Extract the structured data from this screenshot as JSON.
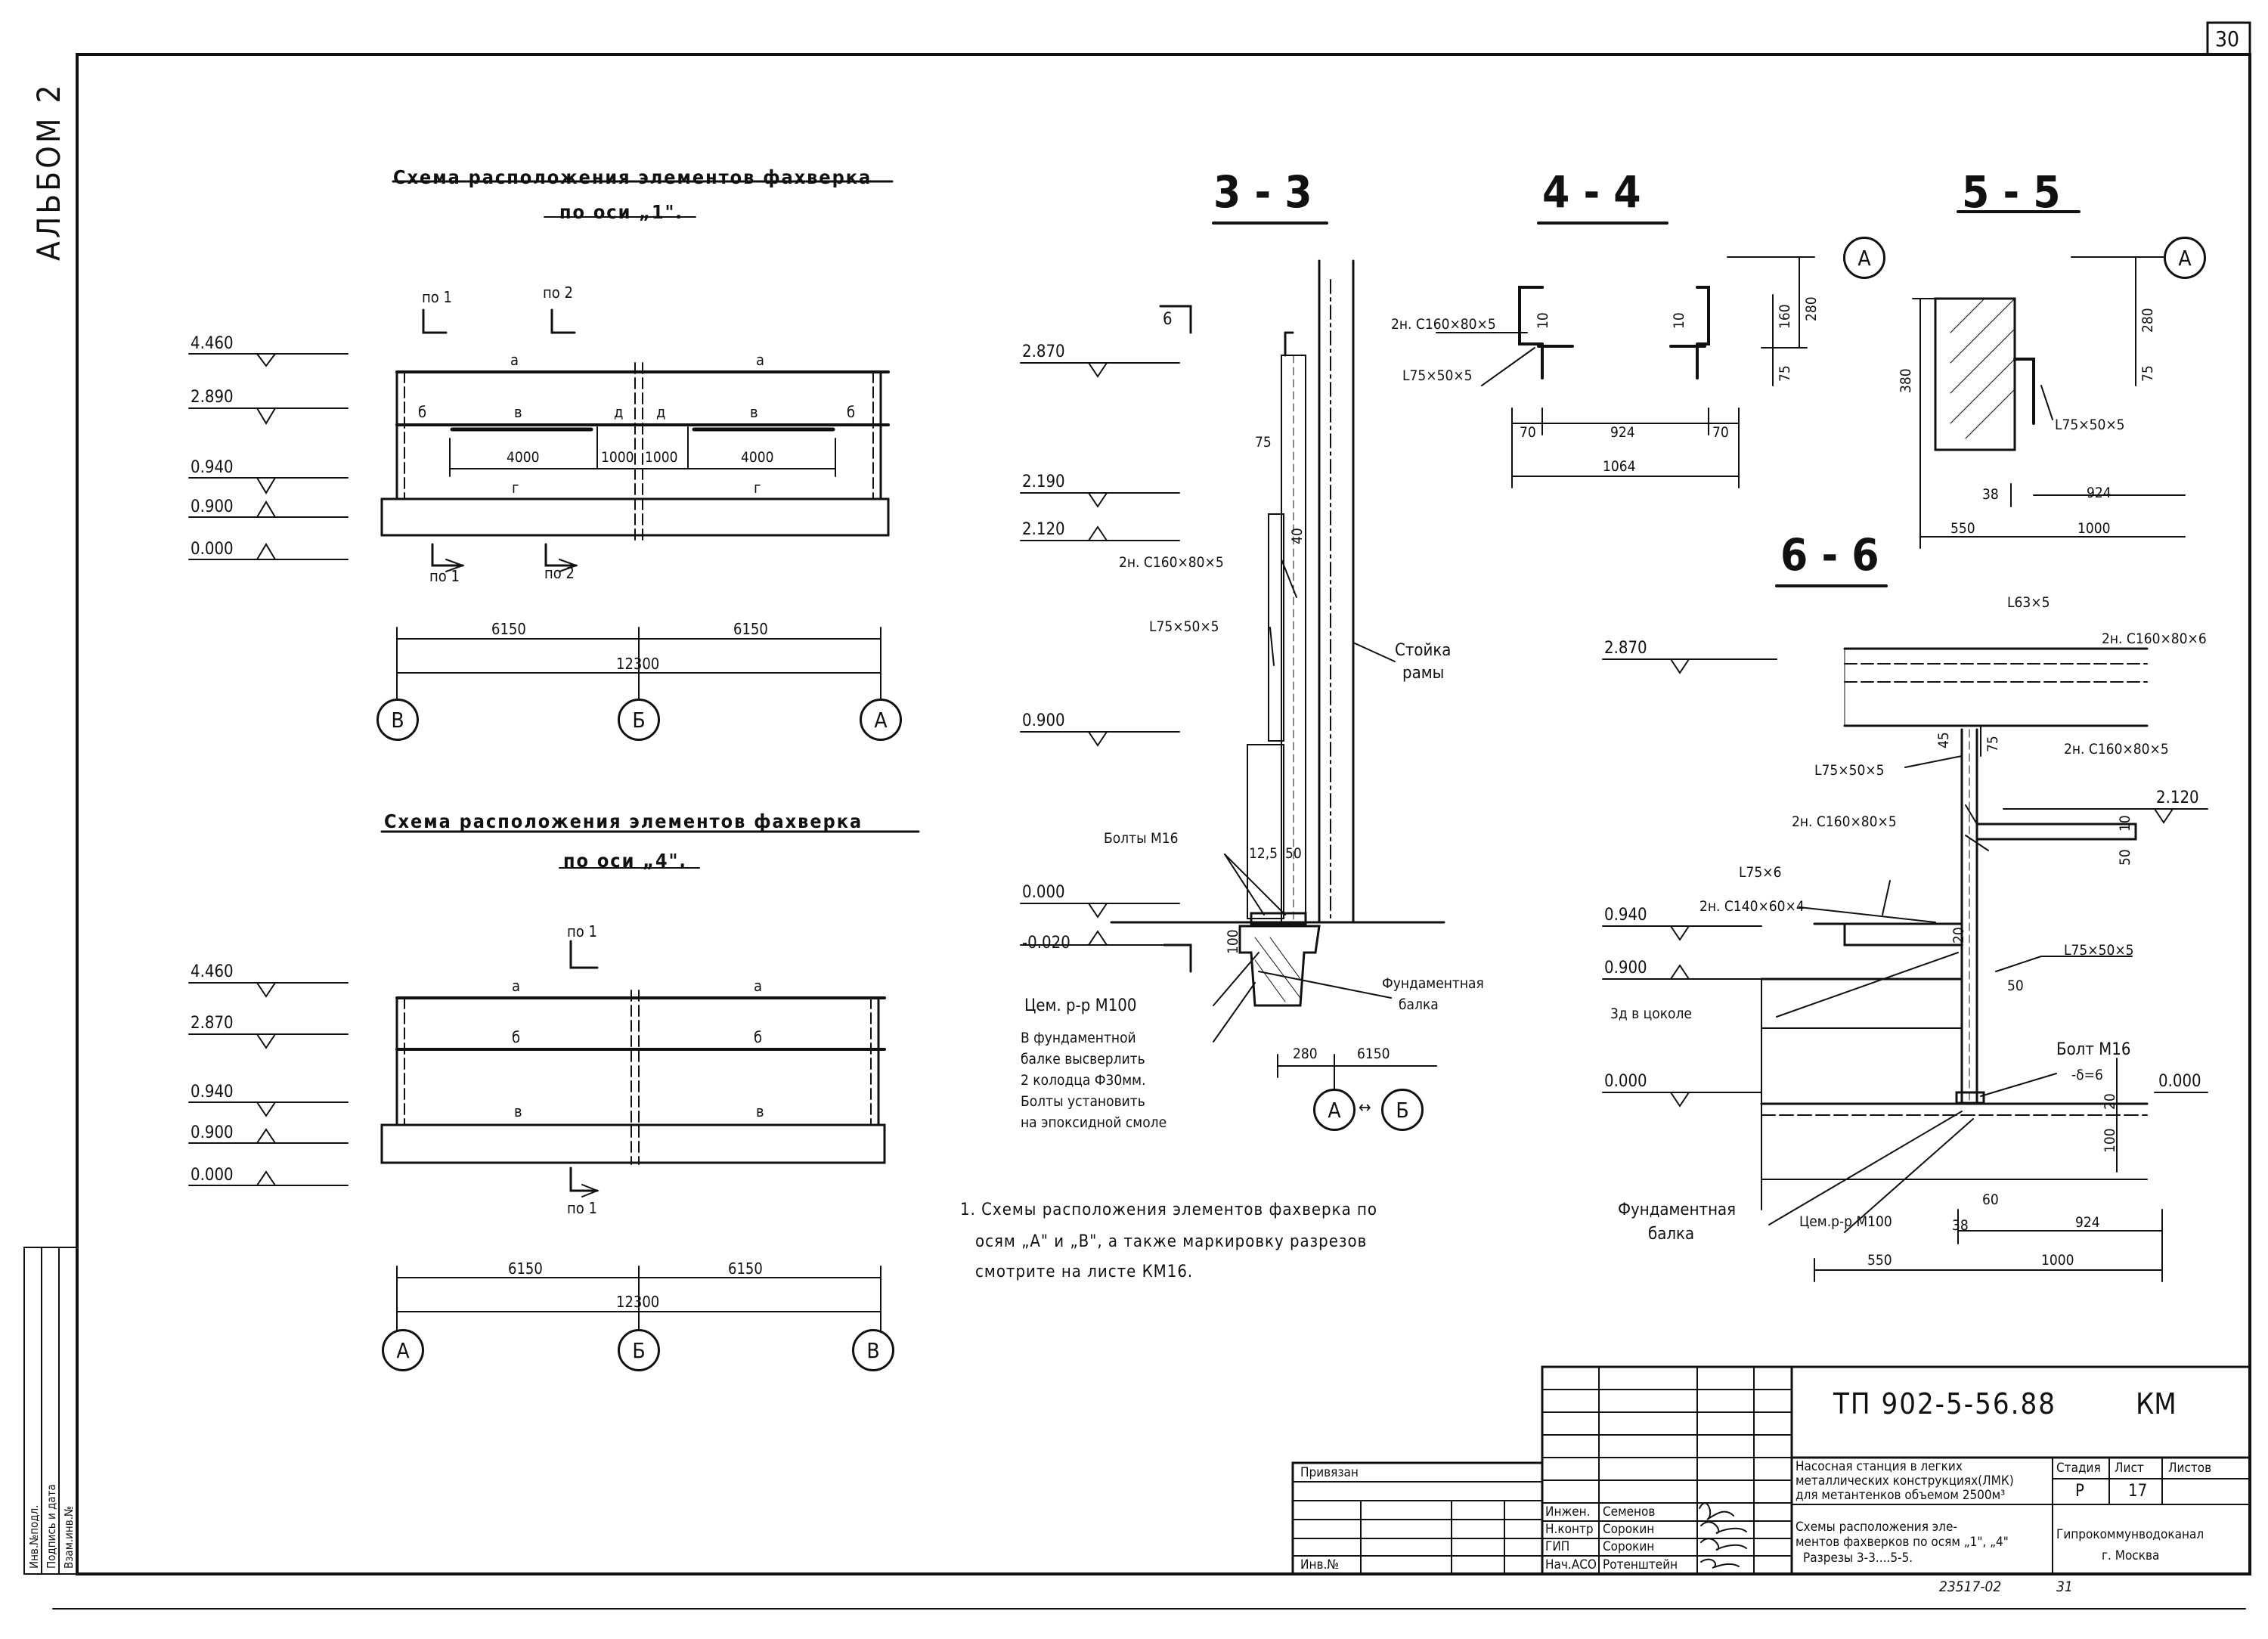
{
  "sheet_number": "30",
  "album_label": "АЛЬБОМ 2",
  "side_stamp": {
    "col1": "Инв.№подл.",
    "col2": "Подпись и дата",
    "col3": "Взам.инв.№"
  },
  "scheme1": {
    "title": "Схема расположения элементов фахверка",
    "subtitle": "по оси „1\".",
    "levels": [
      "4.460",
      "2.890",
      "0.940",
      "0.900",
      "0.000"
    ],
    "letters": [
      "а",
      "а",
      "б",
      "в",
      "д",
      "д",
      "в",
      "б",
      "г",
      "г"
    ],
    "dims_inner": [
      "4000",
      "1000",
      "1000",
      "4000"
    ],
    "dims_spans": [
      "6150",
      "6150"
    ],
    "dim_total": "12300",
    "section_marks": [
      "по 1",
      "по 2",
      "по 1",
      "по 2"
    ],
    "axes": [
      "В",
      "Б",
      "А"
    ]
  },
  "scheme2": {
    "title": "Схема расположения элементов фахверка",
    "subtitle": "по оси „4\".",
    "levels": [
      "4.460",
      "2.870",
      "0.940",
      "0.900",
      "0.000"
    ],
    "letters": [
      "а",
      "а",
      "б",
      "б",
      "в",
      "в"
    ],
    "dims_spans": [
      "6150",
      "6150"
    ],
    "dim_total": "12300",
    "section_marks": [
      "по 1",
      "по 1"
    ],
    "axes": [
      "А",
      "Б",
      "В"
    ]
  },
  "section33": {
    "title": "3 - 3",
    "levels": [
      "2.870",
      "2.190",
      "2.120",
      "0.900",
      "0.000",
      "-0.020"
    ],
    "labels": [
      "2н. С160×80×5",
      "L75×50×5",
      "Стойка",
      "рамы",
      "Болты М16",
      "Фундаментная",
      "балка",
      "Цем. р-р М100"
    ],
    "note_lines": [
      "В фундаментной",
      "балке высверлить",
      "2 колодца Ф30мм.",
      "Болты установить",
      "на эпоксидной смоле"
    ],
    "dims": [
      "75",
      "40",
      "12,5",
      "50",
      "100",
      "280",
      "6150"
    ],
    "section_mark": "6",
    "axes": [
      "А",
      "Б"
    ]
  },
  "section44": {
    "title": "4 - 4",
    "labels": [
      "2н. С160×80×5",
      "L75×50×5"
    ],
    "dims": [
      "10",
      "10",
      "160",
      "280",
      "75",
      "70",
      "924",
      "70",
      "1064"
    ],
    "axis": "А"
  },
  "section55": {
    "title": "5 - 5",
    "labels": [
      "L75×50×5"
    ],
    "dims": [
      "280",
      "75",
      "380",
      "38",
      "924",
      "550",
      "1000"
    ],
    "axis": "А"
  },
  "section66": {
    "title": "6 - 6",
    "levels": [
      "2.870",
      "2.120",
      "0.940",
      "0.900",
      "0.000",
      "0.000"
    ],
    "labels": [
      "L63×5",
      "2н. С160×80×6",
      "L75×50×5",
      "2н. С160×80×5",
      "2н. С160×80×5",
      "L75×6",
      "2н. С140×60×4",
      "L75×50×5",
      "3д в цоколе",
      "Болт М16",
      "-δ=6",
      "Фундаментная",
      "балка",
      "Цем.р-р М100"
    ],
    "dims": [
      "45",
      "75",
      "10",
      "50",
      "20",
      "50",
      "20",
      "100",
      "60",
      "38",
      "924",
      "550",
      "1000"
    ]
  },
  "note": {
    "line1": "1. Схемы расположения элементов фахверка по",
    "line2": "осям „А\" и „В\", а также маркировку разрезов",
    "line3": "смотрите на листе КМ16."
  },
  "title_block": {
    "code": "ТП 902-5-56.88",
    "mark": "КМ",
    "privyazan": "Привязан",
    "inv_no": "Инв.№",
    "project_lines": [
      "Насосная станция в легких",
      "металлических конструкциях(ЛМК)",
      "для метантенков объемом 2500м³"
    ],
    "stage_header": "Стадия",
    "sheet_header": "Лист",
    "sheets_header": "Листов",
    "stage": "Р",
    "sheet": "17",
    "roles": [
      "Инжен.",
      "Н.контр",
      "ГИП",
      "Нач.АСО"
    ],
    "names": [
      "Семенов",
      "Сорокин",
      "Сорокин",
      "Ротенштейн"
    ],
    "drawing_lines": [
      "Схемы расположения эле-",
      "ментов фахверков по осям „1\", „4\"",
      "Разрезы 3-3....5-5."
    ],
    "org_lines": [
      "Гипрокоммунводоканал",
      "г. Москва"
    ],
    "archive_no": "23517-02",
    "archive_page": "31"
  }
}
